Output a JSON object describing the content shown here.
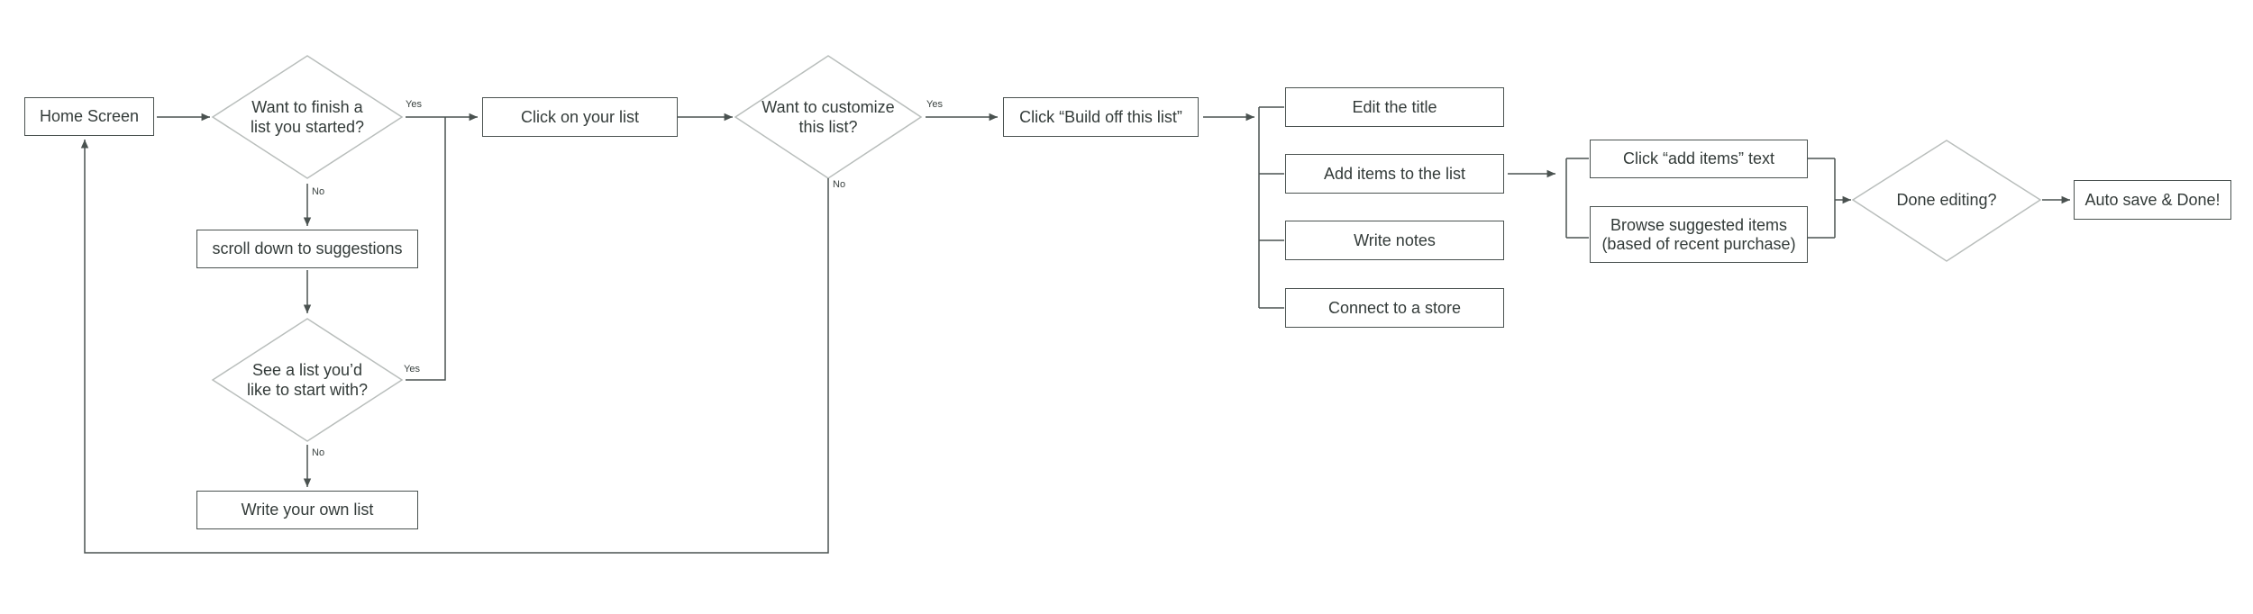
{
  "diagram": {
    "nodes": {
      "home_screen": "Home Screen",
      "want_finish": "Want to finish a\nlist you started?",
      "click_list": "Click on your list",
      "want_customize": "Want to customize\nthis list?",
      "build_off": "Click “Build off this list”",
      "edit_title": "Edit the title",
      "add_items": "Add items to the list",
      "write_notes": "Write notes",
      "connect_store": "Connect to a store",
      "click_add_text": "Click “add items” text",
      "browse_suggested": "Browse suggested items\n(based of recent purchase)",
      "done_editing": "Done editing?",
      "auto_save": "Auto save & Done!",
      "scroll_down": "scroll down to suggestions",
      "see_list": "See a list you’d\nlike to start with?",
      "write_own": "Write your own list"
    },
    "edge_labels": {
      "finish_yes": "Yes",
      "finish_no": "No",
      "customize_yes": "Yes",
      "customize_no": "No",
      "see_yes": "Yes",
      "see_no": "No"
    }
  }
}
